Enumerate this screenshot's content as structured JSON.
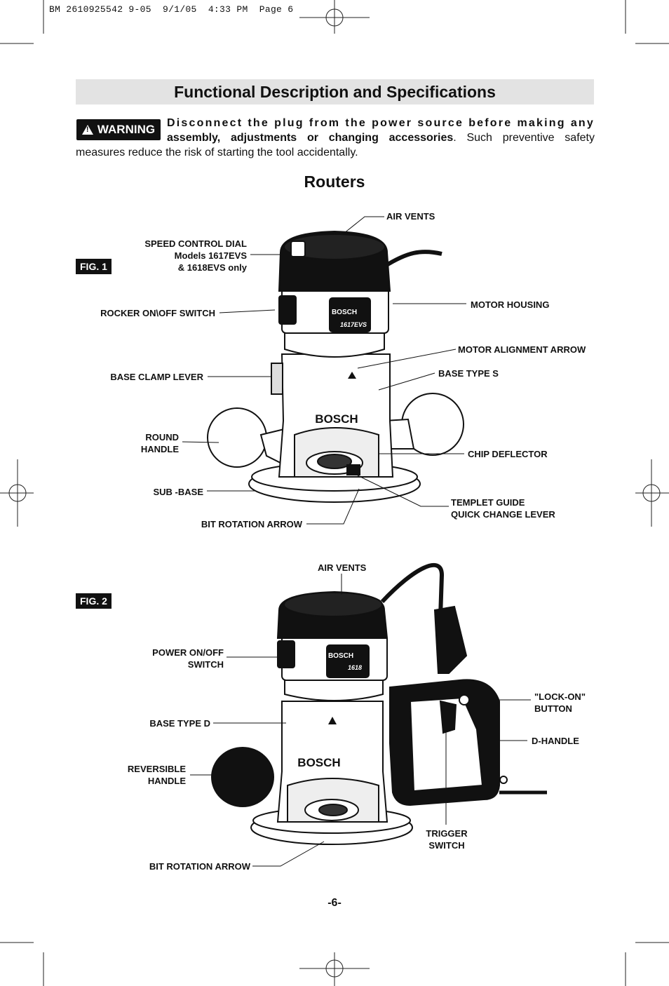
{
  "print_header": "BM 2610925542 9-05  9/1/05  4:33 PM  Page 6",
  "title": "Functional Description and Specifications",
  "warning": {
    "badge": "WARNING",
    "bold_lead_1": "Disconnect the plug from the power source before making any",
    "bold_lead_2": "assembly, adjustments or changing accessories",
    "rest": ". Such preventive safety measures reduce the risk of starting the tool accidentally."
  },
  "section_title": "Routers",
  "fig1": {
    "tag": "FIG. 1",
    "brand_band": "BOSCH",
    "model_band": "1617EVS",
    "brand_base": "BOSCH",
    "labels": {
      "air_vents": "AIR VENTS",
      "speed_dial_1": "SPEED CONTROL DIAL",
      "speed_dial_2": "Models 1617EVS",
      "speed_dial_3": "& 1618EVS only",
      "rocker_switch": "ROCKER ON\\OFF SWITCH",
      "motor_housing": "MOTOR HOUSING",
      "motor_alignment": "MOTOR ALIGNMENT ARROW",
      "base_clamp": "BASE CLAMP LEVER",
      "base_type_s": "BASE TYPE S",
      "round_handle_1": "ROUND",
      "round_handle_2": "HANDLE",
      "chip_deflector": "CHIP DEFLECTOR",
      "sub_base": "SUB -BASE",
      "templet_1": "TEMPLET GUIDE",
      "templet_2": "QUICK CHANGE LEVER",
      "bit_rotation": "BIT ROTATION ARROW"
    }
  },
  "fig2": {
    "tag": "FIG. 2",
    "brand_band": "BOSCH",
    "model_band": "1618",
    "brand_base": "BOSCH",
    "labels": {
      "air_vents": "AIR VENTS",
      "power_switch_1": "POWER ON/OFF",
      "power_switch_2": "SWITCH",
      "lock_on_1": "\"LOCK-ON\"",
      "lock_on_2": "BUTTON",
      "base_type_d": "BASE TYPE D",
      "d_handle": "D-HANDLE",
      "reversible_1": "REVERSIBLE",
      "reversible_2": "HANDLE",
      "trigger_1": "TRIGGER",
      "trigger_2": "SWITCH",
      "bit_rotation": "BIT ROTATION ARROW"
    }
  },
  "page_number": "-6-"
}
